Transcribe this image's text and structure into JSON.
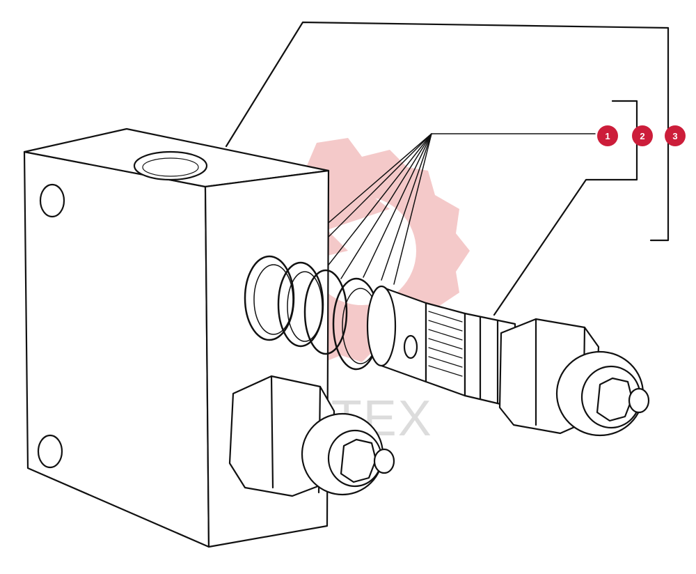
{
  "colors": {
    "line": "#111111",
    "badge": "#cc1d3a",
    "badge_text": "#ffffff",
    "watermark": "#f4c9c9",
    "watermark_text": "#dcdcdc"
  },
  "watermark": {
    "icon": "gear-logo-icon",
    "text": "ИНТЕХ"
  },
  "callouts": [
    {
      "label": "1"
    },
    {
      "label": "2"
    },
    {
      "label": "3"
    }
  ]
}
